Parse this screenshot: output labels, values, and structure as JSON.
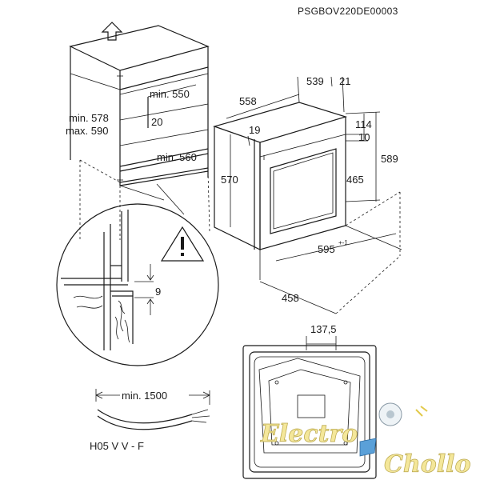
{
  "doc_code": "PSGBOV220DE00003",
  "cabinet": {
    "min_height": "min. 578",
    "max_height": "max. 590",
    "min_depth": "min. 550",
    "gap": "20",
    "min_width": "min. 560"
  },
  "oven": {
    "depth_total": "558",
    "depth_body": "539",
    "front": "21",
    "height": "570",
    "top_offset": "19",
    "fascia": "114",
    "panel_gap": "10",
    "height_total": "589",
    "inner_height": "465",
    "width": "595",
    "width_tolerance": "+-1",
    "inner_depth": "458"
  },
  "detail": {
    "clearance": "9"
  },
  "rear_panel": {
    "dimension": "137,5"
  },
  "cable": {
    "length": "min. 1500",
    "type": "H05 V V - F"
  },
  "watermark": {
    "line1": "Electro",
    "line2": "Chollo"
  },
  "icons": [
    "up-arrow-icon",
    "warning-triangle-icon",
    "wood-grain-icon"
  ]
}
